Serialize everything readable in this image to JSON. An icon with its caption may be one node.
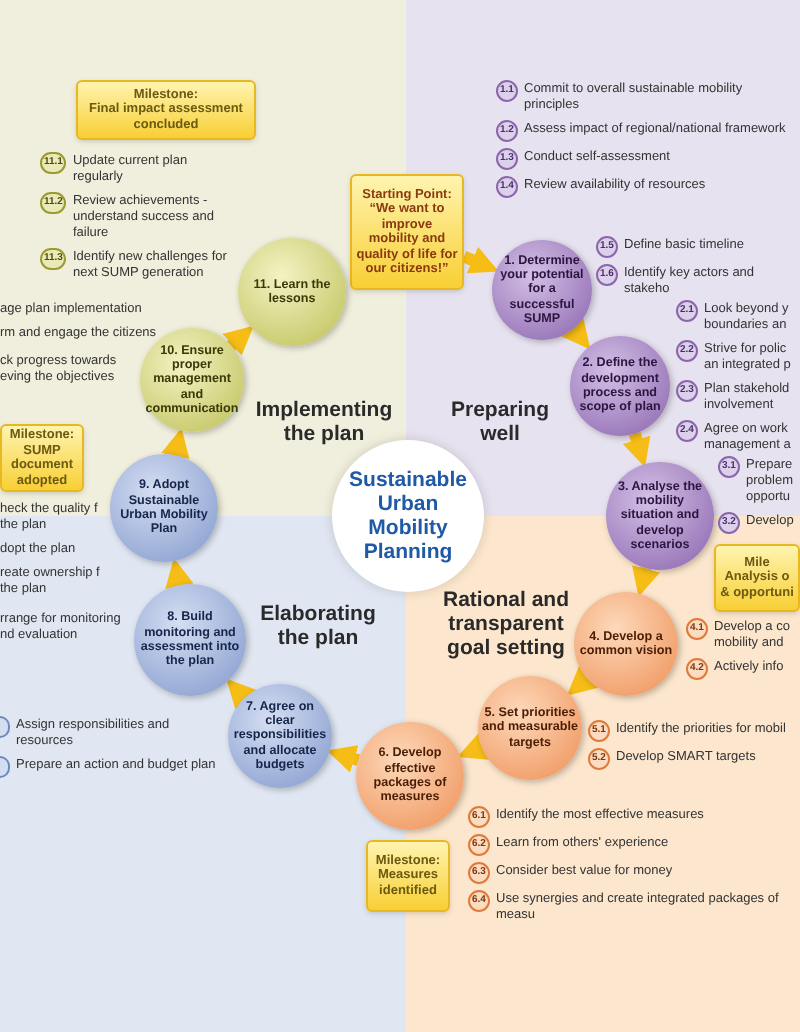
{
  "diagram": {
    "nodes": [
      {
        "text": [
          "Milestone:",
          "Final impact assessment concluded"
        ]
      },
      {
        "text": [
          "Starting Point:",
          "“We want to improve mobility and quality of life for our citizens!”"
        ]
      },
      {
        "text": [
          "Sustainable Urban Mobility Planning"
        ]
      },
      {
        "text": [
          "1. Determine your potential for a successful SUMP"
        ]
      },
      {
        "text": [
          "2. Define the development process and scope of plan"
        ]
      },
      {
        "text": [
          "3. Analyse the mobility situation and develop scenarios"
        ]
      },
      {
        "text": [
          "4. Develop a common vision"
        ]
      },
      {
        "text": [
          "5. Set priorities and measurable targets"
        ]
      },
      {
        "text": [
          "6. Develop effective packages of measures"
        ]
      },
      {
        "text": [
          "7. Agree on clear responsibilities and allocate budgets"
        ]
      },
      {
        "text": [
          "8. Build monitoring and assessment into the plan"
        ]
      },
      {
        "text": [
          "9. Adopt Sustainable Urban Mobility Plan"
        ]
      },
      {
        "text": [
          "10. Ensure proper management and communication"
        ]
      },
      {
        "text": [
          "11. Learn the lessons"
        ]
      },
      {
        "text": [
          "Milestone:",
          "SUMP document adopted"
        ]
      },
      {
        "text": [
          "Mile",
          "Analysis o & opportuni"
        ]
      },
      {
        "text": [
          "Milestone:",
          "Measures identified"
        ]
      }
    ],
    "edges": [
      {
        "from": 1,
        "to": 3,
        "arrow": "to"
      },
      {
        "from": 3,
        "to": 4,
        "arrow": "to"
      },
      {
        "from": 4,
        "to": 5,
        "arrow": "to"
      },
      {
        "from": 5,
        "to": 6,
        "arrow": "to"
      },
      {
        "from": 6,
        "to": 7,
        "arrow": "to"
      },
      {
        "from": 7,
        "to": 8,
        "arrow": "to"
      },
      {
        "from": 8,
        "to": 9,
        "arrow": "to"
      },
      {
        "from": 9,
        "to": 10,
        "arrow": "to"
      },
      {
        "from": 10,
        "to": 11,
        "arrow": "to"
      },
      {
        "from": 11,
        "to": 12,
        "arrow": "to"
      },
      {
        "from": 12,
        "to": 13,
        "arrow": "to"
      }
    ],
    "labels": [
      "11.1",
      "Update current plan regularly",
      "11.2",
      "Review achievements - understand success and failure",
      "11.3",
      "Identify new challenges for next SUMP generation",
      "1.1",
      "Commit to overall sustainable mobility principles",
      "1.2",
      "Assess impact of regional/national framework",
      "1.3",
      "Conduct self-assessment",
      "1.4",
      "Review availability of resources",
      "1.5",
      "Define basic timeline",
      "1.6",
      "Identify key actors and stakeho",
      "age plan implementation",
      "rm and engage the citizens",
      "2.1",
      "Look beyond y boundaries an",
      "2.2",
      "Strive for polic an integrated p",
      "2.3",
      "Plan stakehold involvement",
      "2.4",
      "Agree on work management a",
      "ck progress towards eving the objectives",
      "3.1",
      "Prepare problem opportu",
      "3.2",
      "Develop",
      "heck the quality f the plan",
      "dopt the plan",
      "reate ownership f the plan",
      "4.1",
      "Develop a co mobility and",
      "4.2",
      "Actively info",
      "rrange for monitoring nd evaluation",
      "5.1",
      "Identify the priorities for mobil",
      "5.2",
      "Develop SMART targets",
      "Assign responsibilities and resources",
      "Prepare an action and budget plan",
      "6.1",
      "Identify the most effective measures",
      "6.2",
      "Learn from others' experience",
      "6.3",
      "Consider best value for money",
      "6.4",
      "Use synergies and create integrated packages of measu",
      "Implementing the plan",
      "Preparing well",
      "Elaborating the plan",
      "Rational and transparent goal setting"
    ]
  }
}
